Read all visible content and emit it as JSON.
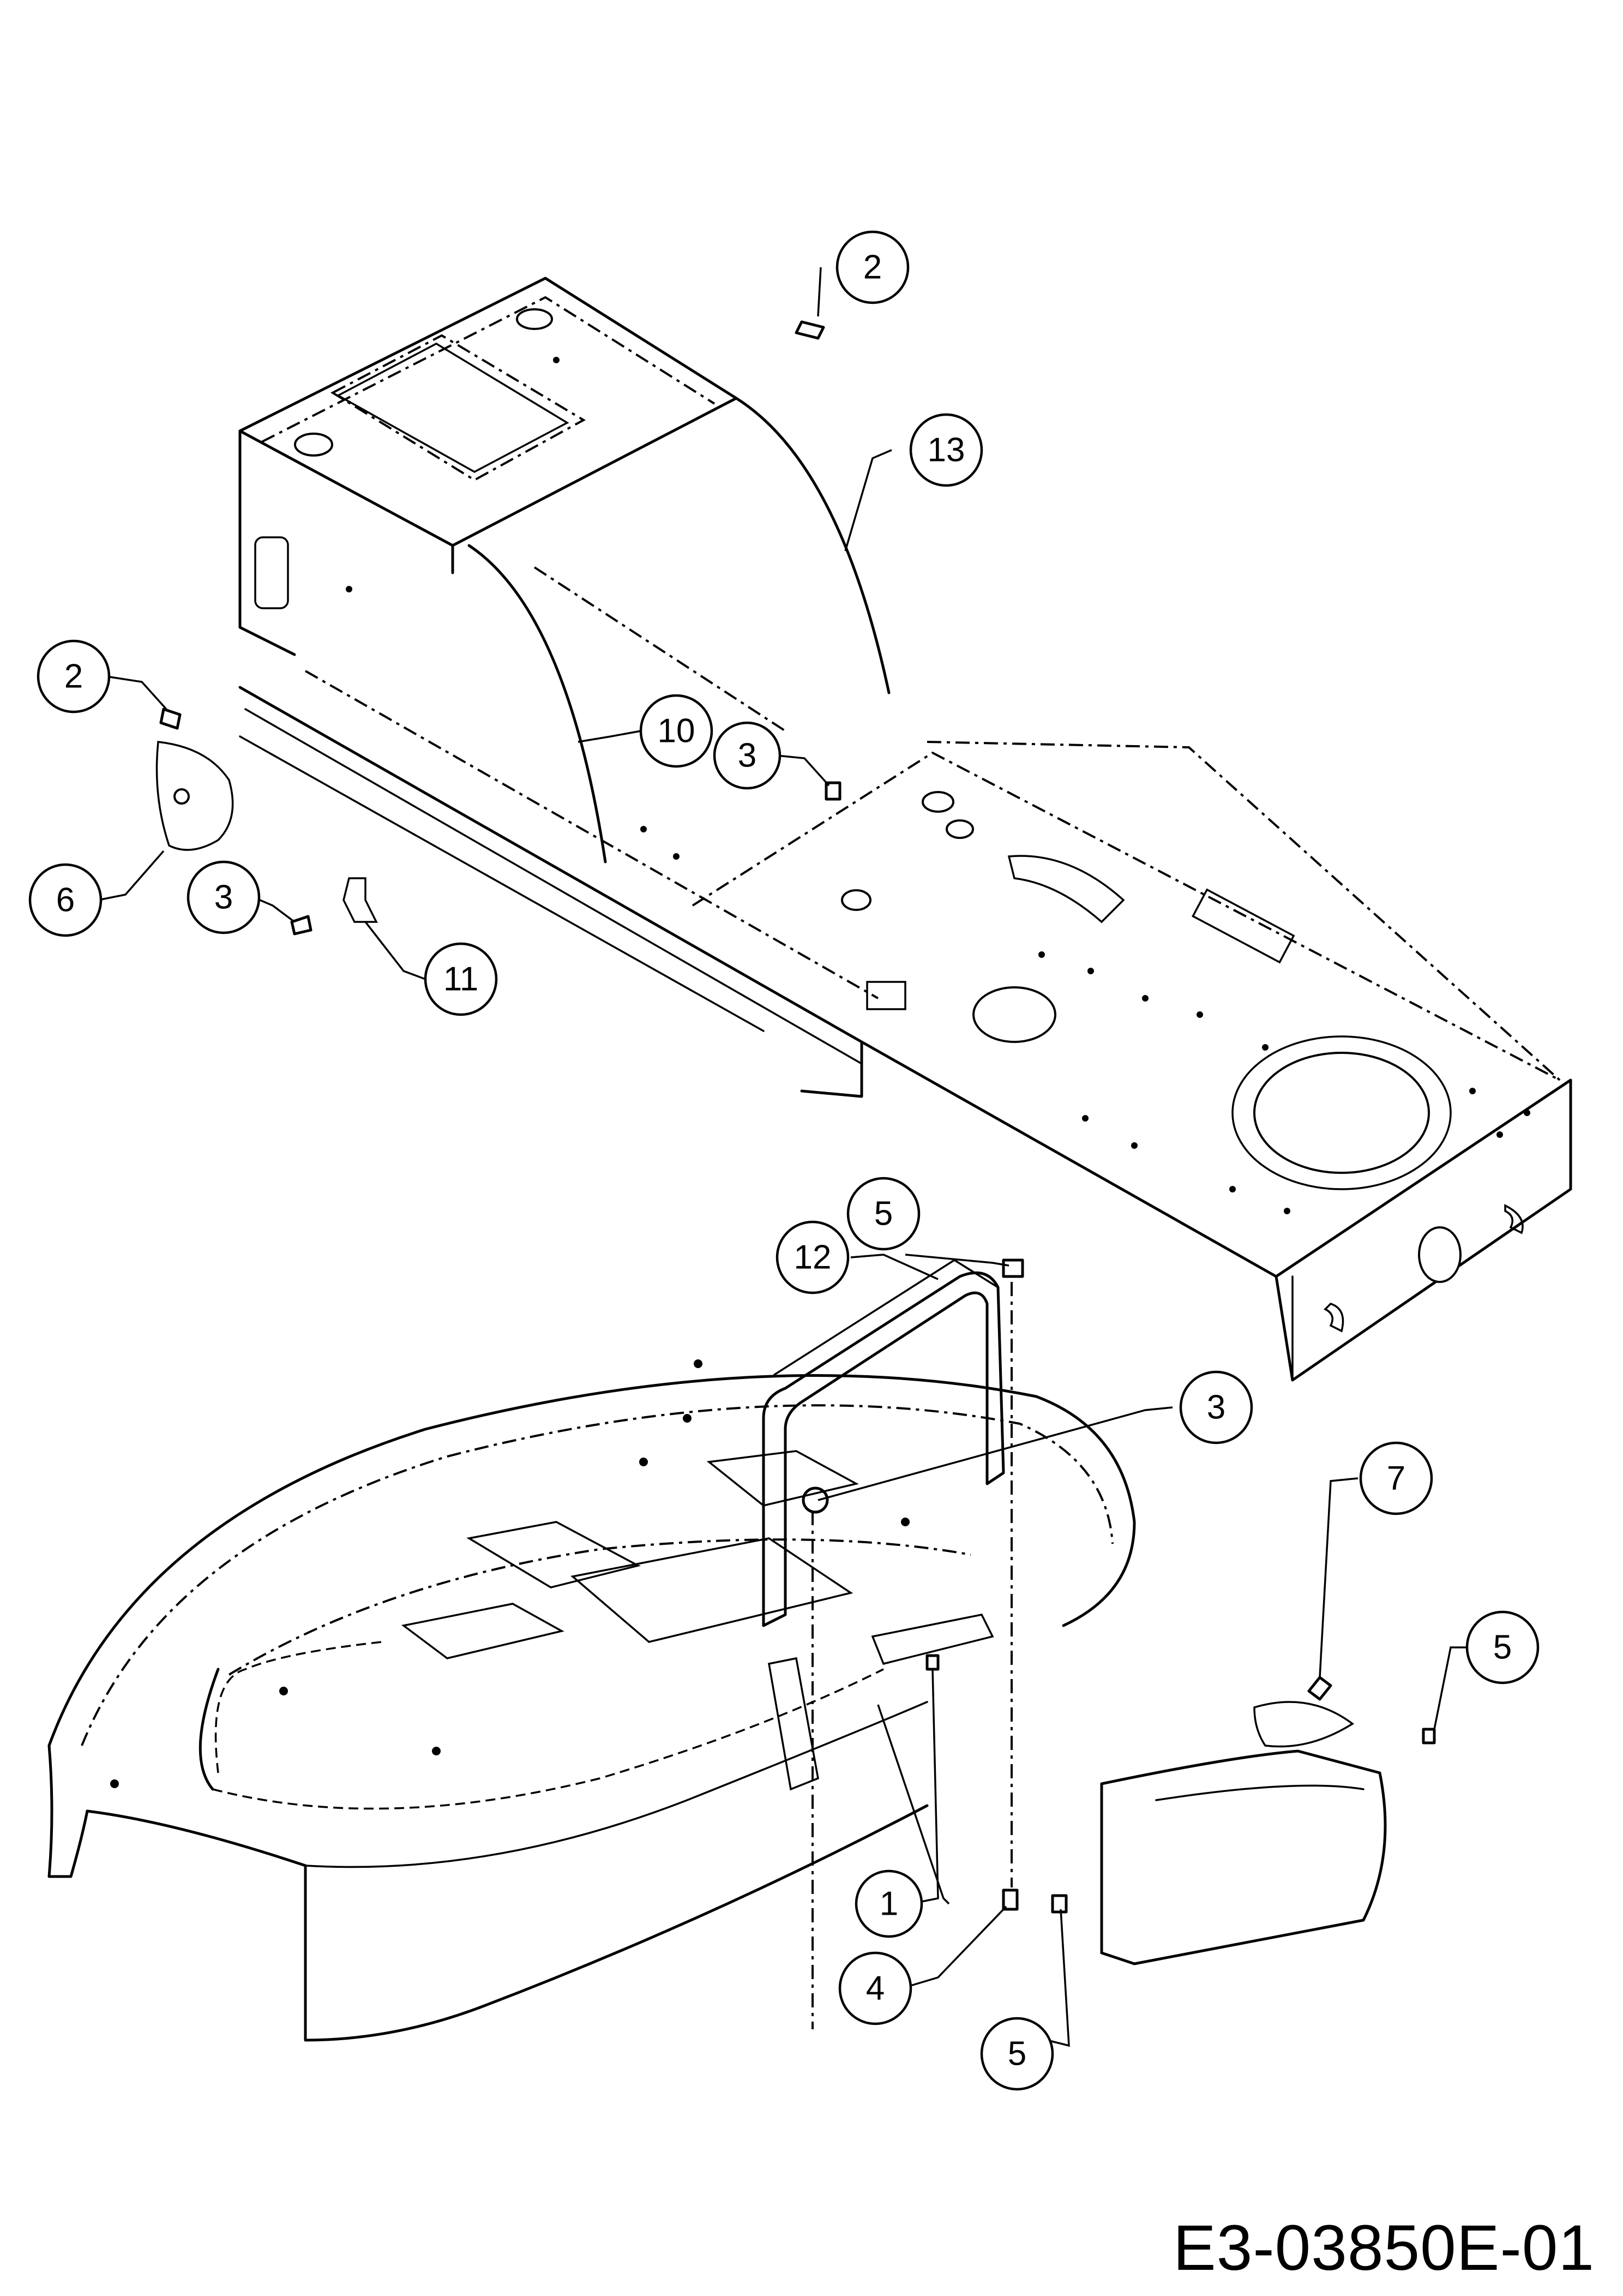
{
  "callouts": [
    {
      "label": "2"
    },
    {
      "label": "13"
    },
    {
      "label": "2"
    },
    {
      "label": "10"
    },
    {
      "label": "3"
    },
    {
      "label": "6"
    },
    {
      "label": "3"
    },
    {
      "label": "11"
    },
    {
      "label": "5"
    },
    {
      "label": "12"
    },
    {
      "label": "3"
    },
    {
      "label": "7"
    },
    {
      "label": "5"
    },
    {
      "label": "1"
    },
    {
      "label": "4"
    },
    {
      "label": "5"
    }
  ],
  "diagram_code": "E3-03850E-01"
}
